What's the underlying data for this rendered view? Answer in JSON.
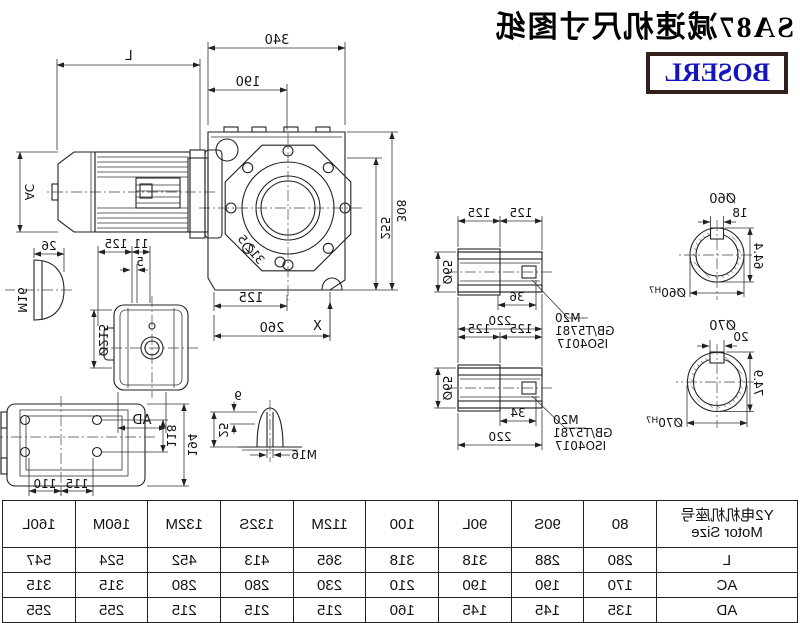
{
  "page": {
    "title": "SA87减速机尺寸图纸",
    "logo": "BOSERL",
    "mirrored": true,
    "colors": {
      "line": "#222222",
      "logo_text": "#1212cc",
      "logo_border": "#32211a",
      "background": "#ffffff"
    }
  },
  "drawing": {
    "main_view": {
      "motor_length": "L",
      "housing_width": "340",
      "flange_to_center": "190",
      "motor_diameter": "AC",
      "total_height": "308",
      "center_height": "255",
      "diagonal_dim": "312.5",
      "bottom_half_width": "125",
      "bottom_width": "260",
      "axis_mark": "X"
    },
    "side_view": {
      "dim_11": "11",
      "dim_125": "125",
      "dim_5": "5",
      "flange_dia": "Ø215",
      "width": "AD"
    },
    "plug_detail_1": {
      "width": "26",
      "thread": "M16"
    },
    "plug_detail_2": {
      "height_small": "9",
      "height": "25",
      "thread": "M16"
    },
    "bottom_view": {
      "length": "194",
      "bolt_spacing": "118",
      "foot_left": "115",
      "foot_right": "110"
    },
    "shaft_detail_1": {
      "seg_a": "125",
      "seg_b": "125",
      "dia": "Ø65",
      "thread_len": "36",
      "length": "220",
      "bolt": "M20",
      "std1": "GB/T5781",
      "std2": "ISO4017"
    },
    "shaft_detail_2": {
      "seg_a": "125",
      "seg_b": "125",
      "dia": "Ø65",
      "thread_len": "34",
      "length": "220",
      "bolt": "M20",
      "std1": "GB/T5781",
      "std2": "ISO4017"
    },
    "bore_detail_1": {
      "title": "Ø60",
      "key_width": "18",
      "key_depth": "64.4",
      "bore": "Ø60",
      "tolerance": "H7"
    },
    "bore_detail_2": {
      "title": "Ø70",
      "key_width": "20",
      "key_depth": "74.9",
      "bore": "Ø70",
      "tolerance": "H7"
    }
  },
  "table": {
    "header_cn": "Y2电机机座号",
    "header_en": "Motor Size",
    "columns": [
      "80",
      "90S",
      "90L",
      "100",
      "112M",
      "132S",
      "132M",
      "160M",
      "160L"
    ],
    "rows": [
      {
        "label": "L",
        "values": [
          "280",
          "288",
          "318",
          "318",
          "365",
          "413",
          "452",
          "524",
          "547"
        ]
      },
      {
        "label": "AC",
        "values": [
          "170",
          "190",
          "190",
          "210",
          "230",
          "280",
          "280",
          "315",
          "315"
        ]
      },
      {
        "label": "AD",
        "values": [
          "135",
          "145",
          "145",
          "160",
          "215",
          "215",
          "215",
          "255",
          "255"
        ]
      }
    ]
  }
}
